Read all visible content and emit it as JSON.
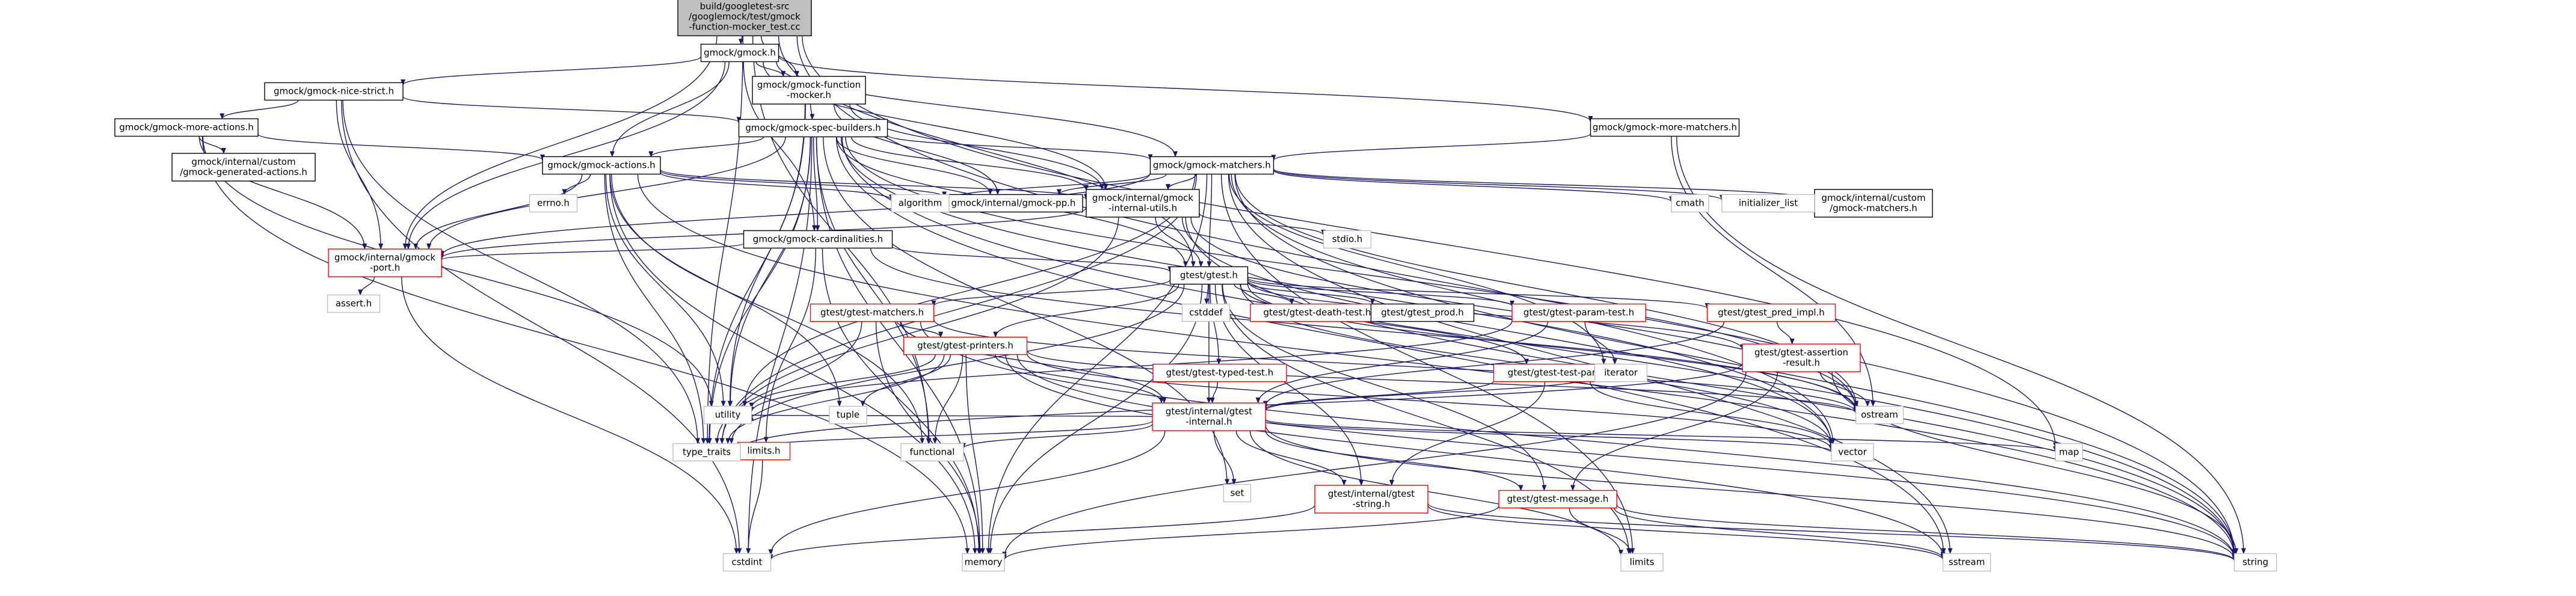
{
  "colors": {
    "edge": "#191970",
    "box_border_default": "#000000",
    "box_border_truncated": "#ff0000",
    "box_fill": "#ffffff",
    "root_fill": "#bfbfbf",
    "plain_border": "#bfbfbf"
  },
  "nodes": [
    {
      "id": "root",
      "label": [
        "build/googletest-src",
        "/googlemock/test/gmock",
        "-function-mocker_test.cc"
      ],
      "style": "root"
    },
    {
      "id": "gmock",
      "label": [
        "gmock/gmock.h"
      ],
      "style": "box"
    },
    {
      "id": "function_mocker",
      "label": [
        "gmock/gmock-function",
        "-mocker.h"
      ],
      "style": "box"
    },
    {
      "id": "nice_strict",
      "label": [
        "gmock/gmock-nice-strict.h"
      ],
      "style": "box"
    },
    {
      "id": "more_actions",
      "label": [
        "gmock/gmock-more-actions.h"
      ],
      "style": "box"
    },
    {
      "id": "spec_builders",
      "label": [
        "gmock/gmock-spec-builders.h"
      ],
      "style": "box"
    },
    {
      "id": "more_matchers",
      "label": [
        "gmock/gmock-more-matchers.h"
      ],
      "style": "box"
    },
    {
      "id": "custom_generated_actions",
      "label": [
        "gmock/internal/custom",
        "/gmock-generated-actions.h"
      ],
      "style": "box"
    },
    {
      "id": "actions",
      "label": [
        "gmock/gmock-actions.h"
      ],
      "style": "box"
    },
    {
      "id": "matchers",
      "label": [
        "gmock/gmock-matchers.h"
      ],
      "style": "box"
    },
    {
      "id": "gmock_pp",
      "label": [
        "gmock/internal/gmock-pp.h"
      ],
      "style": "box"
    },
    {
      "id": "internal_utils",
      "label": [
        "gmock/internal/gmock",
        "-internal-utils.h"
      ],
      "style": "box"
    },
    {
      "id": "cardinalities",
      "label": [
        "gmock/gmock-cardinalities.h"
      ],
      "style": "box"
    },
    {
      "id": "gmock_port",
      "label": [
        "gmock/internal/gmock",
        "-port.h"
      ],
      "style": "truncated"
    },
    {
      "id": "gtest",
      "label": [
        "gtest/gtest.h"
      ],
      "style": "box"
    },
    {
      "id": "custom_matchers",
      "label": [
        "gmock/internal/custom",
        "/gmock-matchers.h"
      ],
      "style": "box"
    },
    {
      "id": "errno_h",
      "label": [
        "errno.h"
      ],
      "style": "plain"
    },
    {
      "id": "algorithm",
      "label": [
        "algorithm"
      ],
      "style": "plain"
    },
    {
      "id": "cmath",
      "label": [
        "cmath"
      ],
      "style": "plain"
    },
    {
      "id": "initializer_list",
      "label": [
        "initializer_list"
      ],
      "style": "plain"
    },
    {
      "id": "stdio_h",
      "label": [
        "stdio.h"
      ],
      "style": "plain"
    },
    {
      "id": "assert_h",
      "label": [
        "assert.h"
      ],
      "style": "plain"
    },
    {
      "id": "limits_h",
      "label": [
        "limits.h"
      ],
      "style": "truncated"
    },
    {
      "id": "cstddef",
      "label": [
        "cstddef"
      ],
      "style": "plain"
    },
    {
      "id": "gtest_matchers",
      "label": [
        "gtest/gtest-matchers.h"
      ],
      "style": "truncated"
    },
    {
      "id": "death_test",
      "label": [
        "gtest/gtest-death-test.h"
      ],
      "style": "truncated"
    },
    {
      "id": "gtest_prod",
      "label": [
        "gtest/gtest_prod.h"
      ],
      "style": "box"
    },
    {
      "id": "param_test",
      "label": [
        "gtest/gtest-param-test.h"
      ],
      "style": "truncated"
    },
    {
      "id": "pred_impl",
      "label": [
        "gtest/gtest_pred_impl.h"
      ],
      "style": "truncated"
    },
    {
      "id": "printers",
      "label": [
        "gtest/gtest-printers.h"
      ],
      "style": "truncated"
    },
    {
      "id": "typed_test",
      "label": [
        "gtest/gtest-typed-test.h"
      ],
      "style": "truncated"
    },
    {
      "id": "test_part",
      "label": [
        "gtest/gtest-test-part.h"
      ],
      "style": "truncated"
    },
    {
      "id": "assertion_result",
      "label": [
        "gtest/gtest-assertion",
        "-result.h"
      ],
      "style": "truncated"
    },
    {
      "id": "iterator",
      "label": [
        "iterator"
      ],
      "style": "plain"
    },
    {
      "id": "gtest_internal",
      "label": [
        "gtest/internal/gtest",
        "-internal.h"
      ],
      "style": "truncated"
    },
    {
      "id": "utility",
      "label": [
        "utility"
      ],
      "style": "plain"
    },
    {
      "id": "tuple",
      "label": [
        "tuple"
      ],
      "style": "plain"
    },
    {
      "id": "ostream",
      "label": [
        "ostream"
      ],
      "style": "plain"
    },
    {
      "id": "type_traits",
      "label": [
        "type_traits"
      ],
      "style": "plain"
    },
    {
      "id": "functional",
      "label": [
        "functional"
      ],
      "style": "plain"
    },
    {
      "id": "set",
      "label": [
        "set"
      ],
      "style": "plain"
    },
    {
      "id": "vector",
      "label": [
        "vector"
      ],
      "style": "plain"
    },
    {
      "id": "map",
      "label": [
        "map"
      ],
      "style": "plain"
    },
    {
      "id": "gtest_string",
      "label": [
        "gtest/internal/gtest",
        "-string.h"
      ],
      "style": "truncated"
    },
    {
      "id": "gtest_message",
      "label": [
        "gtest/gtest-message.h"
      ],
      "style": "truncated"
    },
    {
      "id": "cstdint",
      "label": [
        "cstdint"
      ],
      "style": "plain"
    },
    {
      "id": "memory",
      "label": [
        "memory"
      ],
      "style": "plain"
    },
    {
      "id": "limits",
      "label": [
        "limits"
      ],
      "style": "plain"
    },
    {
      "id": "sstream",
      "label": [
        "sstream"
      ],
      "style": "plain"
    },
    {
      "id": "string",
      "label": [
        "string"
      ],
      "style": "plain"
    }
  ],
  "edges": [
    [
      "root",
      "gmock"
    ],
    [
      "root",
      "function_mocker"
    ],
    [
      "root",
      "gmock_port"
    ],
    [
      "root",
      "gtest"
    ],
    [
      "root",
      "functional"
    ],
    [
      "root",
      "type_traits"
    ],
    [
      "root",
      "map"
    ],
    [
      "root",
      "string"
    ],
    [
      "gmock",
      "nice_strict"
    ],
    [
      "gmock",
      "function_mocker"
    ],
    [
      "gmock",
      "more_matchers"
    ],
    [
      "gmock",
      "gmock_port"
    ],
    [
      "gmock",
      "actions"
    ],
    [
      "gmock",
      "cardinalities"
    ],
    [
      "gmock",
      "internal_utils"
    ],
    [
      "gmock",
      "matchers"
    ],
    [
      "function_mocker",
      "spec_builders"
    ],
    [
      "function_mocker",
      "gmock_pp"
    ],
    [
      "function_mocker",
      "internal_utils"
    ],
    [
      "function_mocker",
      "utility"
    ],
    [
      "function_mocker",
      "type_traits"
    ],
    [
      "nice_strict",
      "more_actions"
    ],
    [
      "nice_strict",
      "spec_builders"
    ],
    [
      "nice_strict",
      "gmock_port"
    ],
    [
      "nice_strict",
      "type_traits"
    ],
    [
      "nice_strict",
      "cstdint"
    ],
    [
      "more_actions",
      "custom_generated_actions"
    ],
    [
      "more_actions",
      "actions"
    ],
    [
      "more_actions",
      "gmock_port"
    ],
    [
      "more_actions",
      "memory"
    ],
    [
      "more_actions",
      "utility"
    ],
    [
      "spec_builders",
      "actions"
    ],
    [
      "spec_builders",
      "cardinalities"
    ],
    [
      "spec_builders",
      "matchers"
    ],
    [
      "spec_builders",
      "internal_utils"
    ],
    [
      "spec_builders",
      "gmock_port"
    ],
    [
      "spec_builders",
      "gmock_pp"
    ],
    [
      "spec_builders",
      "gtest"
    ],
    [
      "spec_builders",
      "functional"
    ],
    [
      "spec_builders",
      "type_traits"
    ],
    [
      "spec_builders",
      "utility"
    ],
    [
      "spec_builders",
      "cstdint"
    ],
    [
      "spec_builders",
      "memory"
    ],
    [
      "spec_builders",
      "set"
    ],
    [
      "spec_builders",
      "vector"
    ],
    [
      "spec_builders",
      "ostream"
    ],
    [
      "spec_builders",
      "sstream"
    ],
    [
      "spec_builders",
      "string"
    ],
    [
      "more_matchers",
      "matchers"
    ],
    [
      "more_matchers",
      "ostream"
    ],
    [
      "more_matchers",
      "string"
    ],
    [
      "actions",
      "internal_utils"
    ],
    [
      "actions",
      "gmock_port"
    ],
    [
      "actions",
      "gmock_pp"
    ],
    [
      "actions",
      "errno_h"
    ],
    [
      "actions",
      "algorithm"
    ],
    [
      "actions",
      "functional"
    ],
    [
      "actions",
      "memory"
    ],
    [
      "actions",
      "string"
    ],
    [
      "actions",
      "tuple"
    ],
    [
      "actions",
      "type_traits"
    ],
    [
      "actions",
      "utility"
    ],
    [
      "matchers",
      "gmock_pp"
    ],
    [
      "matchers",
      "internal_utils"
    ],
    [
      "matchers",
      "gmock_port"
    ],
    [
      "matchers",
      "gtest"
    ],
    [
      "matchers",
      "custom_matchers"
    ],
    [
      "matchers",
      "algorithm"
    ],
    [
      "matchers",
      "cmath"
    ],
    [
      "matchers",
      "initializer_list"
    ],
    [
      "matchers",
      "iterator"
    ],
    [
      "matchers",
      "limits"
    ],
    [
      "matchers",
      "memory"
    ],
    [
      "matchers",
      "ostream"
    ],
    [
      "matchers",
      "sstream"
    ],
    [
      "matchers",
      "string"
    ],
    [
      "matchers",
      "type_traits"
    ],
    [
      "matchers",
      "utility"
    ],
    [
      "matchers",
      "vector"
    ],
    [
      "cardinalities",
      "gmock_port"
    ],
    [
      "cardinalities",
      "gtest"
    ],
    [
      "cardinalities",
      "limits_h"
    ],
    [
      "cardinalities",
      "memory"
    ],
    [
      "cardinalities",
      "ostream"
    ],
    [
      "internal_utils",
      "gmock_port"
    ],
    [
      "internal_utils",
      "gtest"
    ],
    [
      "internal_utils",
      "stdio_h"
    ],
    [
      "internal_utils",
      "ostream"
    ],
    [
      "internal_utils",
      "string"
    ],
    [
      "internal_utils",
      "type_traits"
    ],
    [
      "internal_utils",
      "vector"
    ],
    [
      "gmock_port",
      "assert_h"
    ],
    [
      "gmock_port",
      "cstdint"
    ],
    [
      "limits_h",
      "cstdint"
    ],
    [
      "gtest",
      "cstddef"
    ],
    [
      "gtest",
      "gtest_matchers"
    ],
    [
      "gtest",
      "death_test"
    ],
    [
      "gtest",
      "gtest_prod"
    ],
    [
      "gtest",
      "param_test"
    ],
    [
      "gtest",
      "pred_impl"
    ],
    [
      "gtest",
      "printers"
    ],
    [
      "gtest",
      "typed_test"
    ],
    [
      "gtest",
      "test_part"
    ],
    [
      "gtest",
      "assertion_result"
    ],
    [
      "gtest",
      "gtest_internal"
    ],
    [
      "gtest",
      "gtest_string"
    ],
    [
      "gtest",
      "gtest_message"
    ],
    [
      "gtest",
      "limits"
    ],
    [
      "gtest",
      "memory"
    ],
    [
      "gtest",
      "ostream"
    ],
    [
      "gtest",
      "type_traits"
    ],
    [
      "gtest",
      "vector"
    ],
    [
      "gtest_matchers",
      "printers"
    ],
    [
      "gtest_matchers",
      "gtest_internal"
    ],
    [
      "gtest_matchers",
      "atomic_placeholder_skip"
    ],
    [
      "gtest_matchers",
      "memory"
    ],
    [
      "gtest_matchers",
      "ostream"
    ],
    [
      "gtest_matchers",
      "string"
    ],
    [
      "gtest_matchers",
      "type_traits"
    ],
    [
      "param_test",
      "iterator"
    ],
    [
      "param_test",
      "utility"
    ],
    [
      "param_test",
      "gtest_internal"
    ],
    [
      "pred_impl",
      "assertion_result"
    ],
    [
      "pred_impl",
      "gtest_internal"
    ],
    [
      "printers",
      "functional"
    ],
    [
      "printers",
      "memory"
    ],
    [
      "printers",
      "ostream"
    ],
    [
      "printers",
      "sstream"
    ],
    [
      "printers",
      "string"
    ],
    [
      "printers",
      "tuple"
    ],
    [
      "printers",
      "type_traits"
    ],
    [
      "printers",
      "utility"
    ],
    [
      "printers",
      "vector"
    ],
    [
      "printers",
      "gtest_internal"
    ],
    [
      "typed_test",
      "gtest_internal"
    ],
    [
      "test_part",
      "iterator"
    ],
    [
      "test_part",
      "vector"
    ],
    [
      "test_part",
      "gtest_internal"
    ],
    [
      "test_part",
      "gtest_string"
    ],
    [
      "assertion_result",
      "memory"
    ],
    [
      "assertion_result",
      "ostream"
    ],
    [
      "assertion_result",
      "string"
    ],
    [
      "assertion_result",
      "type_traits"
    ],
    [
      "assertion_result",
      "gtest_message"
    ],
    [
      "gtest_internal",
      "functional"
    ],
    [
      "gtest_internal",
      "limits"
    ],
    [
      "gtest_internal",
      "map"
    ],
    [
      "gtest_internal",
      "set"
    ],
    [
      "gtest_internal",
      "string"
    ],
    [
      "gtest_internal",
      "type_traits"
    ],
    [
      "gtest_internal",
      "utility"
    ],
    [
      "gtest_internal",
      "vector"
    ],
    [
      "gtest_internal",
      "gtest_message"
    ],
    [
      "gtest_internal",
      "gtest_string"
    ],
    [
      "gtest_internal",
      "cstdint"
    ],
    [
      "gtest_internal",
      "iterator"
    ],
    [
      "gtest_string",
      "cstdint"
    ],
    [
      "gtest_string",
      "sstream"
    ],
    [
      "gtest_string",
      "string"
    ],
    [
      "gtest_message",
      "limits"
    ],
    [
      "gtest_message",
      "memory"
    ],
    [
      "gtest_message",
      "sstream"
    ],
    [
      "gtest_message",
      "string"
    ]
  ]
}
